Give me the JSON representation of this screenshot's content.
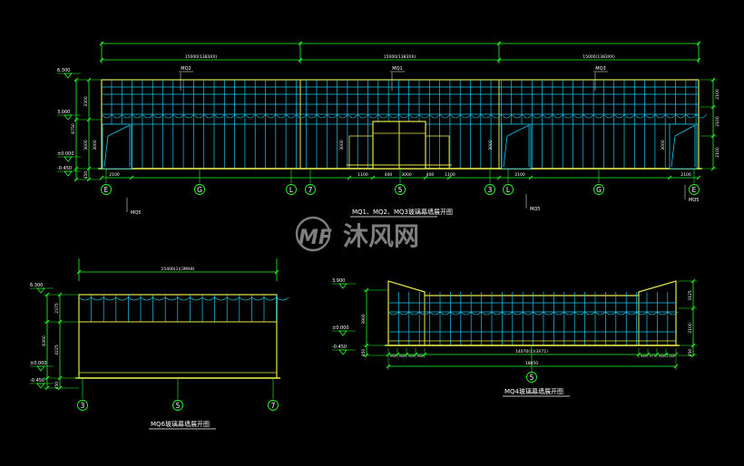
{
  "colors": {
    "background": "#000000",
    "dimension": "#22ff22",
    "frame": "#e6e84a",
    "panel": "#19c8f0",
    "text": "#ffffff",
    "level": "#22ff22",
    "watermark": "#a9a9a9"
  },
  "watermark": {
    "text": "沐风网"
  },
  "elevation_main": {
    "title": "MQ1、MQ2、MQ3玻璃幕墙展开图",
    "levels": [
      "6.300",
      "3.000",
      "±0.000",
      "-0.450"
    ],
    "top_dims": [
      "15000(1383XX)",
      "15000(1383XX)",
      "15000(1383XX)"
    ],
    "panel_tags": [
      "MQ2",
      "MQ1",
      "MQ3"
    ],
    "left_dims": [
      "3300",
      "6750",
      "3000",
      "450"
    ],
    "right_dims": [
      "2100",
      "2100",
      "2100"
    ],
    "inner_dims": [
      "3000",
      "3000",
      "3000",
      "3000"
    ],
    "bottom_dims": [
      "2100",
      "1100",
      "400",
      "3000",
      "400",
      "1100",
      "2100",
      "2100"
    ],
    "axes": [
      "E",
      "G",
      "L",
      "7",
      "5",
      "3",
      "L",
      "G",
      "E"
    ],
    "door_tags": [
      "MQ5",
      "MQ5",
      "MQ5"
    ]
  },
  "elevation_mq6": {
    "title": "MQ6玻璃幕墙展开图",
    "levels": [
      "6.300",
      "±0.000",
      "-0.450"
    ],
    "top_dim": "15400(1)(3MX8)",
    "left_dims": [
      "2375",
      "6300",
      "4225",
      "450"
    ],
    "axes": [
      "3",
      "5",
      "7"
    ]
  },
  "elevation_mq4": {
    "title": "MQ4玻璃幕墙展开图",
    "levels": [
      "3.900",
      "±0.000",
      "-0.450"
    ],
    "left_dims": [
      "3900",
      "450"
    ],
    "right_dims": [
      "3125",
      "2100",
      "450"
    ],
    "bottom_dims_left": [
      "950",
      "950",
      "950",
      "950"
    ],
    "bottom_dim_mid": "14070(1)(3X71)",
    "bottom_dims_right": [
      "950",
      "971",
      "950",
      "1100"
    ],
    "overall_dim": "18850",
    "axes": [
      "5"
    ]
  }
}
